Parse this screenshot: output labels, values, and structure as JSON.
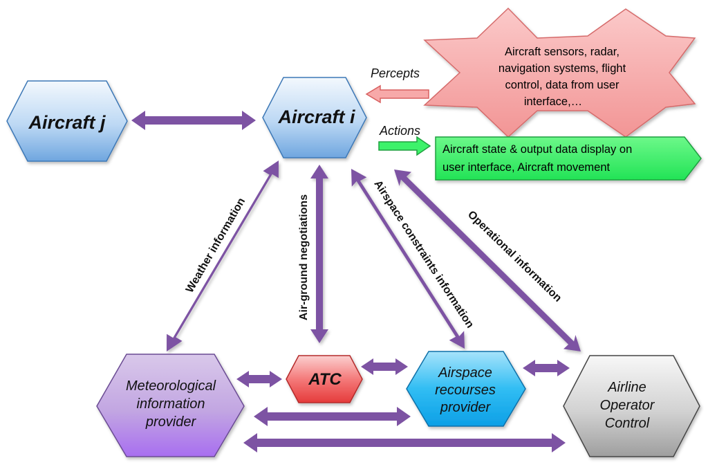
{
  "nodes": {
    "aircraft_j": "Aircraft j",
    "aircraft_i": "Aircraft i",
    "atc": "ATC",
    "met": [
      "Meteorological",
      "information",
      "provider"
    ],
    "airspace": [
      "Airspace",
      "recourses",
      "provider"
    ],
    "airline": [
      "Airline",
      "Operator",
      "Control"
    ]
  },
  "sensors_box": [
    "Aircraft sensors, radar,",
    "navigation systems, flight",
    "control, data from user",
    "interface,…"
  ],
  "output_box": [
    "Aircraft state & output data display on",
    "user interface,  Aircraft movement"
  ],
  "labels": {
    "percepts": "Percepts",
    "actions": "Actions",
    "weather": "Weather information",
    "air_ground": "Air-ground negotiations",
    "airspace_constraints": "Airspace constraints information",
    "operational": "Operational information"
  },
  "colors": {
    "arrow": "#7d53a3",
    "blue_hex": "#9cc7ee",
    "atc_red": "#f25b5b",
    "purple_hex": "#b18ad6",
    "cyan_hex": "#21b3ee",
    "grey_hex": "#bdbdbd",
    "sensor_pink": "#f4a3a3",
    "output_green": "#3df26a"
  }
}
